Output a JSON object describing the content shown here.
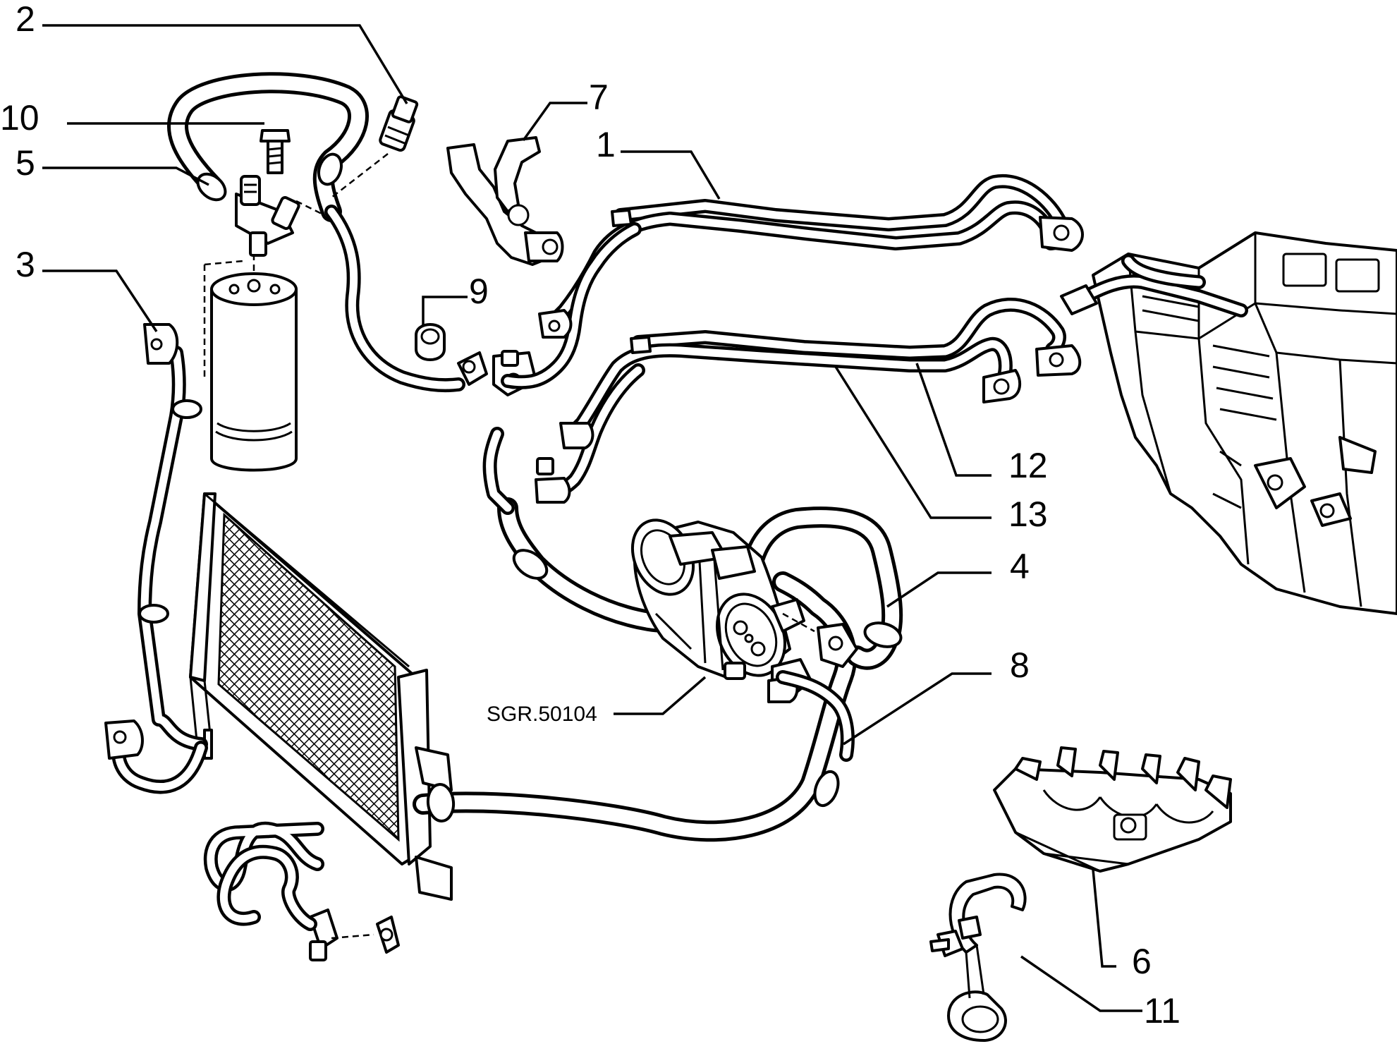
{
  "callouts": {
    "c1": "1",
    "c2": "2",
    "c3": "3",
    "c4": "4",
    "c5": "5",
    "c6": "6",
    "c7": "7",
    "c8": "8",
    "c9": "9",
    "c10": "10",
    "c11": "11",
    "c12": "12",
    "c13": "13"
  },
  "reference": "SGR.50104"
}
